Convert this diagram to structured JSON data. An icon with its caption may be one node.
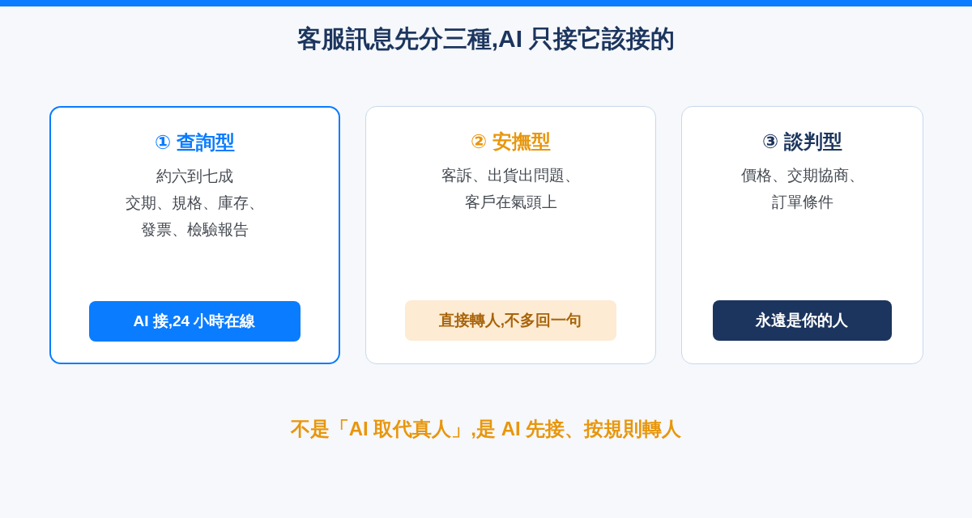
{
  "diagram": {
    "title": "客服訊息先分三種,AI 只接它該接的",
    "nodes": [
      {
        "text": [
          "① 查詢型",
          "約六到七成",
          "交期、規格、庫存、發票、檢驗報告"
        ]
      },
      {
        "text": [
          "AI 接,24 小時在線"
        ],
        "in": 0
      },
      {
        "text": [
          "② 安撫型",
          "客訴、出貨出問題、客戶在氣頭上"
        ]
      },
      {
        "text": [
          "直接轉人,不多回一句"
        ],
        "in": 2
      },
      {
        "text": [
          "③ 談判型",
          "價格、交期協商、訂單條件"
        ]
      },
      {
        "text": [
          "永遠是你的人"
        ],
        "in": 4
      }
    ],
    "labels": [
      "不是「AI 取代真人」,是 AI 先接、按規則轉人"
    ]
  }
}
